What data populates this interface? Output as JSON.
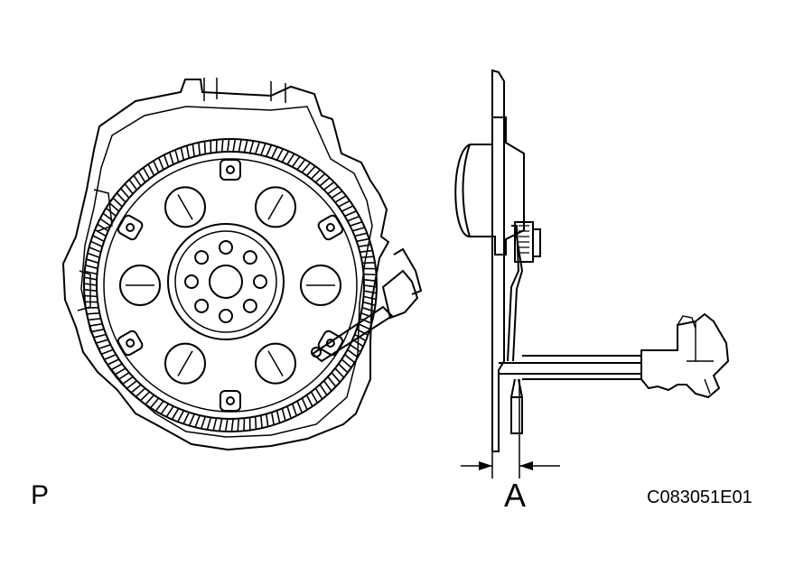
{
  "labels": {
    "view_letter": "P",
    "dimension_letter": "A",
    "figure_code": "C083051E01"
  },
  "colors": {
    "ink": "#000000",
    "paper": "#ffffff"
  },
  "flywheel": {
    "bolt_hole_count": 8,
    "window_count": 6,
    "boss_count": 6,
    "tooth_count": 150
  }
}
